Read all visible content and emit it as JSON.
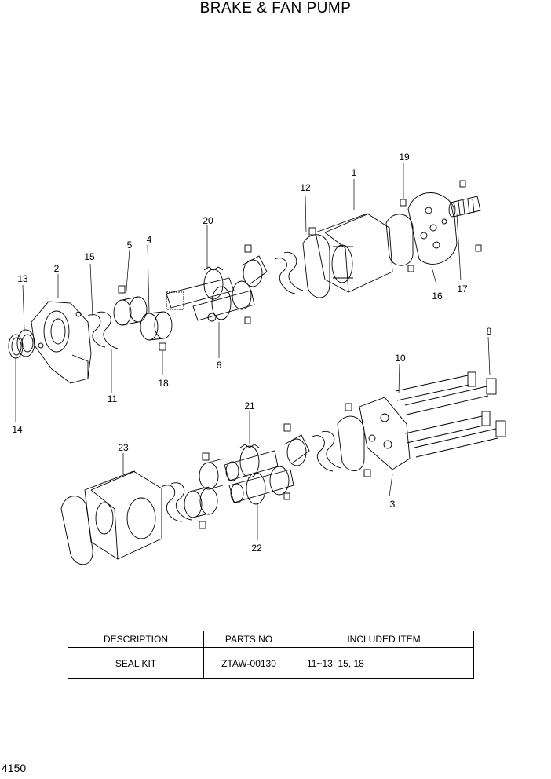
{
  "title": "BRAKE & FAN PUMP",
  "page_number": "4150",
  "callouts": [
    "1",
    "2",
    "3",
    "4",
    "5",
    "6",
    "8",
    "10",
    "11",
    "12",
    "13",
    "14",
    "15",
    "16",
    "17",
    "18",
    "19",
    "20",
    "21",
    "22",
    "23"
  ],
  "table": {
    "headers": [
      "DESCRIPTION",
      "PARTS NO",
      "INCLUDED ITEM"
    ],
    "rows": [
      {
        "description": "SEAL KIT",
        "parts_no": "ZTAW-00130",
        "included": "11~13, 15, 18"
      }
    ]
  }
}
